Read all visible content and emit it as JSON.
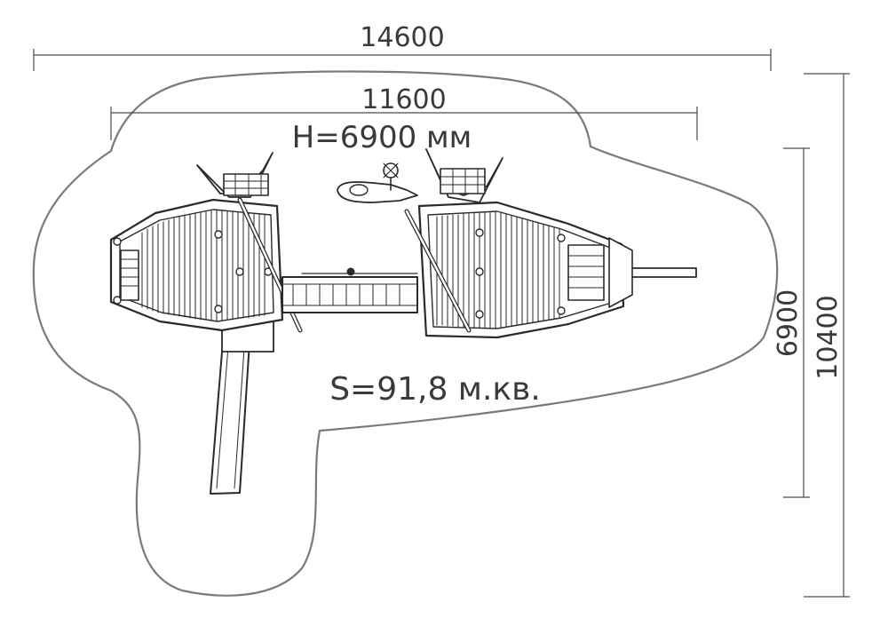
{
  "dimensions": {
    "overall_length": "14600",
    "inner_length": "11600",
    "inner_width": "6900",
    "overall_width": "10400"
  },
  "labels": {
    "height": "H=6900 мм",
    "area": "S=91,8 м.кв."
  },
  "colors": {
    "ink": "#2a2a2a",
    "zone_outline": "#7a7a7a",
    "text": "#3a3a3a"
  }
}
